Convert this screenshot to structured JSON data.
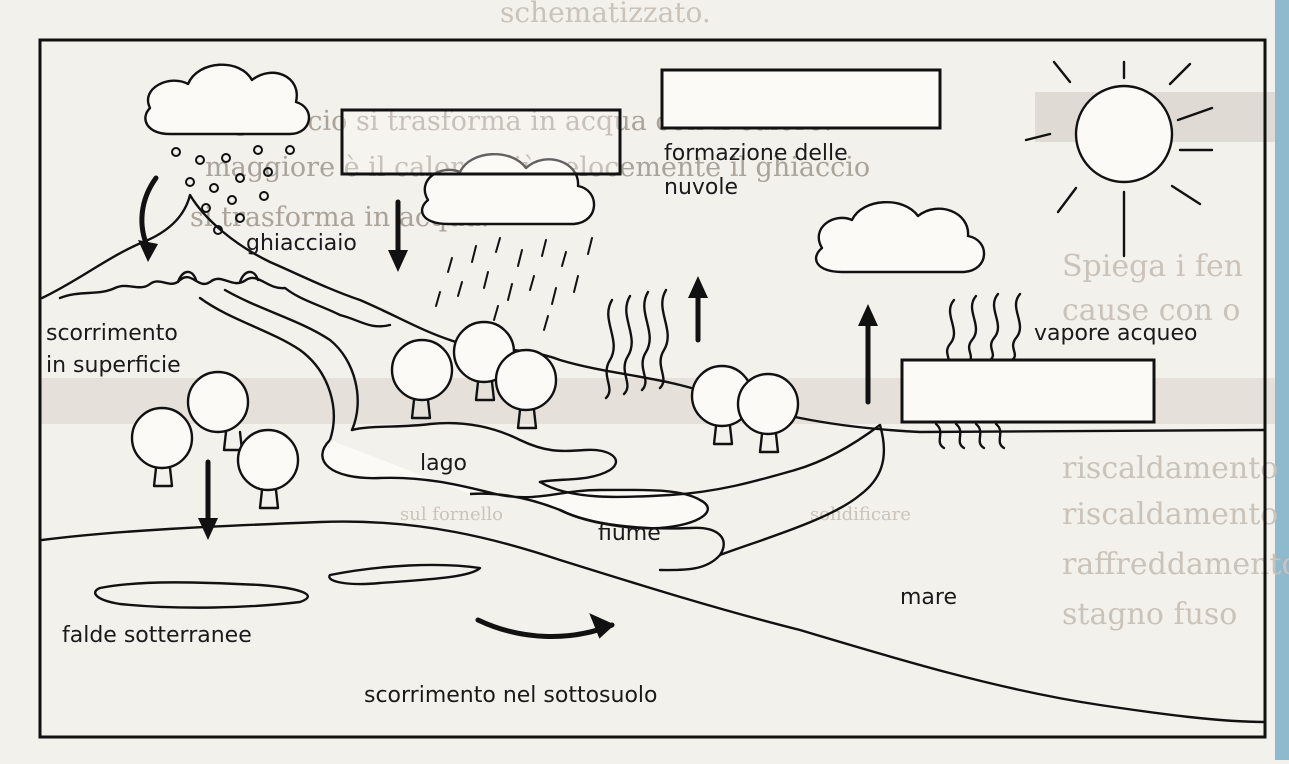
{
  "background_text": {
    "line1": "schematizzato.",
    "line2": "Il ghiaccio si trasforma in acqua con il calore.",
    "line3": "maggiore è il calore, più velocemente il ghiaccio",
    "line4": "si trasforma in acqua.",
    "right1": "Spiega i fen",
    "right2": "cause con o",
    "right3": "riscaldamento",
    "right4": "riscaldamento",
    "right5": "raffreddamento",
    "right6": "stagno fuso",
    "mid1": "sul fornello",
    "mid2": "solidificare"
  },
  "labels": {
    "glacier": "ghiacciaio",
    "surface_runoff_1": "scorrimento",
    "surface_runoff_2": "in superficie",
    "cloud_formation_1": "formazione delle",
    "cloud_formation_2": "nuvole",
    "water_vapor": "vapore acqueo",
    "lake": "lago",
    "river": "fiume",
    "sea": "mare",
    "groundwater": "falde sotterranee",
    "underground_runoff": "scorrimento nel sottosuolo"
  },
  "blank_boxes": [
    "condensation-box-top",
    "condensation-box-left",
    "evaporation-box-right"
  ],
  "colors": {
    "ink": "#111111",
    "paper": "#fbfaf7",
    "bleed_text": "#c9c3ba",
    "page_bg": "#f3f1ec"
  }
}
